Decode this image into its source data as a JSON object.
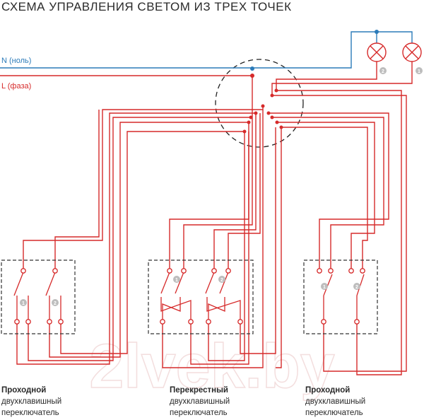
{
  "title": "СХЕМА УПРАВЛЕНИЯ СВЕТОМ ИЗ ТРЕХ ТОЧЕК",
  "wires": {
    "neutral_label": "N (ноль)",
    "phase_label": "L (фаза)"
  },
  "colors": {
    "neutral": "#2b7bb9",
    "phase": "#d62a2a",
    "box": "#333333",
    "marker": "#bdbdbd"
  },
  "lamps": [
    {
      "number": "2"
    },
    {
      "number": "1"
    }
  ],
  "switches": [
    {
      "title": "Проходной",
      "line1": "двухклавишный",
      "line2": "переключатель",
      "keys": [
        "1",
        "2"
      ]
    },
    {
      "title": "Перекрестный",
      "line1": "двухклавишный",
      "line2": "переключатель",
      "keys": [
        "1",
        "2"
      ]
    },
    {
      "title": "Проходной",
      "line1": "двухклавишный",
      "line2": "переключатель",
      "keys": [
        "1",
        "2"
      ]
    }
  ],
  "watermark": "2lvek.by"
}
